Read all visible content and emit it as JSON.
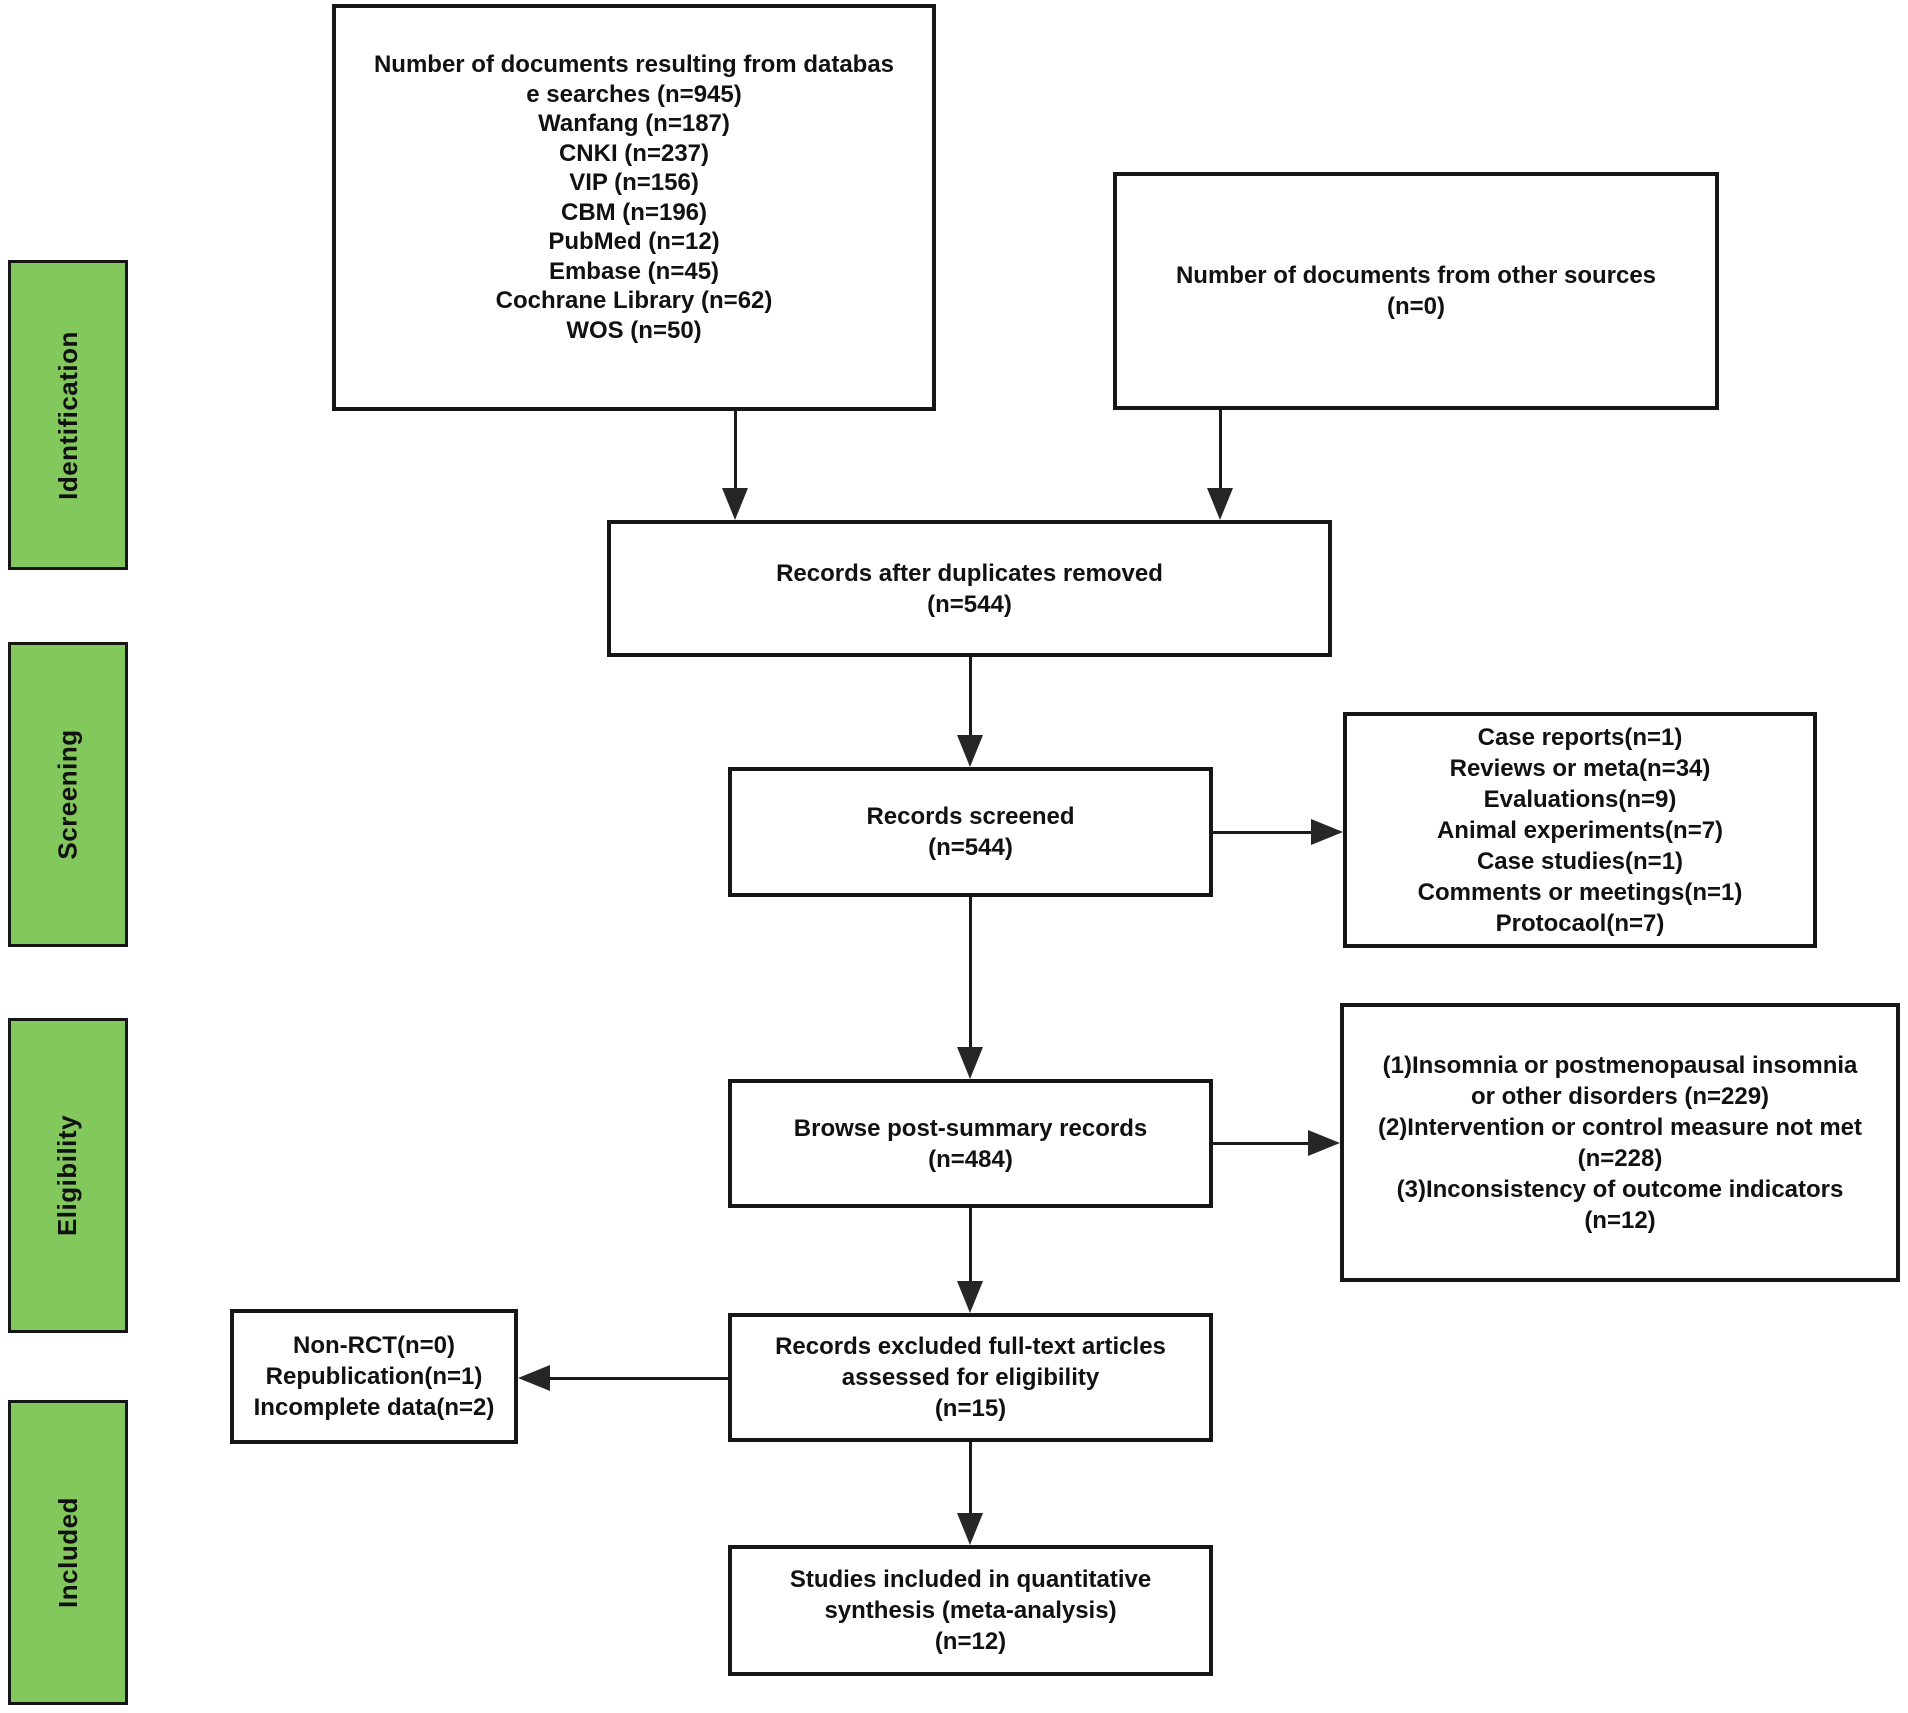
{
  "stages": [
    {
      "label": "Identification"
    },
    {
      "label": "Screening"
    },
    {
      "label": "Eligibility"
    },
    {
      "label": "Included"
    }
  ],
  "boxes": {
    "database_search": {
      "lines": [
        "Number of documents resulting from databas",
        "e searches (n=945)",
        "Wanfang (n=187)",
        "CNKI (n=237)",
        "VIP (n=156)",
        "CBM (n=196)",
        "PubMed (n=12)",
        "Embase (n=45)",
        "Cochrane Library (n=62)",
        "WOS (n=50)"
      ]
    },
    "other_sources": {
      "lines": [
        "Number of documents from other sources",
        "(n=0)"
      ]
    },
    "duplicates_removed": {
      "lines": [
        "Records after duplicates removed",
        "(n=544)"
      ]
    },
    "records_screened": {
      "lines": [
        "Records screened",
        "(n=544)"
      ]
    },
    "screening_exclusions": {
      "lines": [
        "Case reports(n=1)",
        "Reviews or meta(n=34)",
        "Evaluations(n=9)",
        "Animal experiments(n=7)",
        "Case studies(n=1)",
        "Comments or meetings(n=1)",
        "Protocaol(n=7)"
      ]
    },
    "browse_records": {
      "lines": [
        "Browse post-summary records",
        "(n=484)"
      ]
    },
    "eligibility_exclusions": {
      "lines": [
        "(1)Insomnia or postmenopausal insomnia",
        "or other disorders (n=229)",
        "(2)Intervention or control measure not met",
        "(n=228)",
        "(3)Inconsistency of outcome indicators",
        "(n=12)"
      ]
    },
    "fulltext_exclusions": {
      "lines": [
        "Non-RCT(n=0)",
        "Republication(n=1)",
        "Incomplete data(n=2)"
      ]
    },
    "fulltext_assessed": {
      "lines": [
        "Records excluded full-text articles",
        "assessed for eligibility",
        "(n=15)"
      ]
    },
    "included_studies": {
      "lines": [
        "Studies included in quantitative",
        "synthesis (meta-analysis)",
        "(n=12)"
      ]
    }
  },
  "colors": {
    "stage_fill": "#82C85C",
    "line": "#1A1A1A",
    "arrowhead": "#262626",
    "text": "#111111"
  }
}
